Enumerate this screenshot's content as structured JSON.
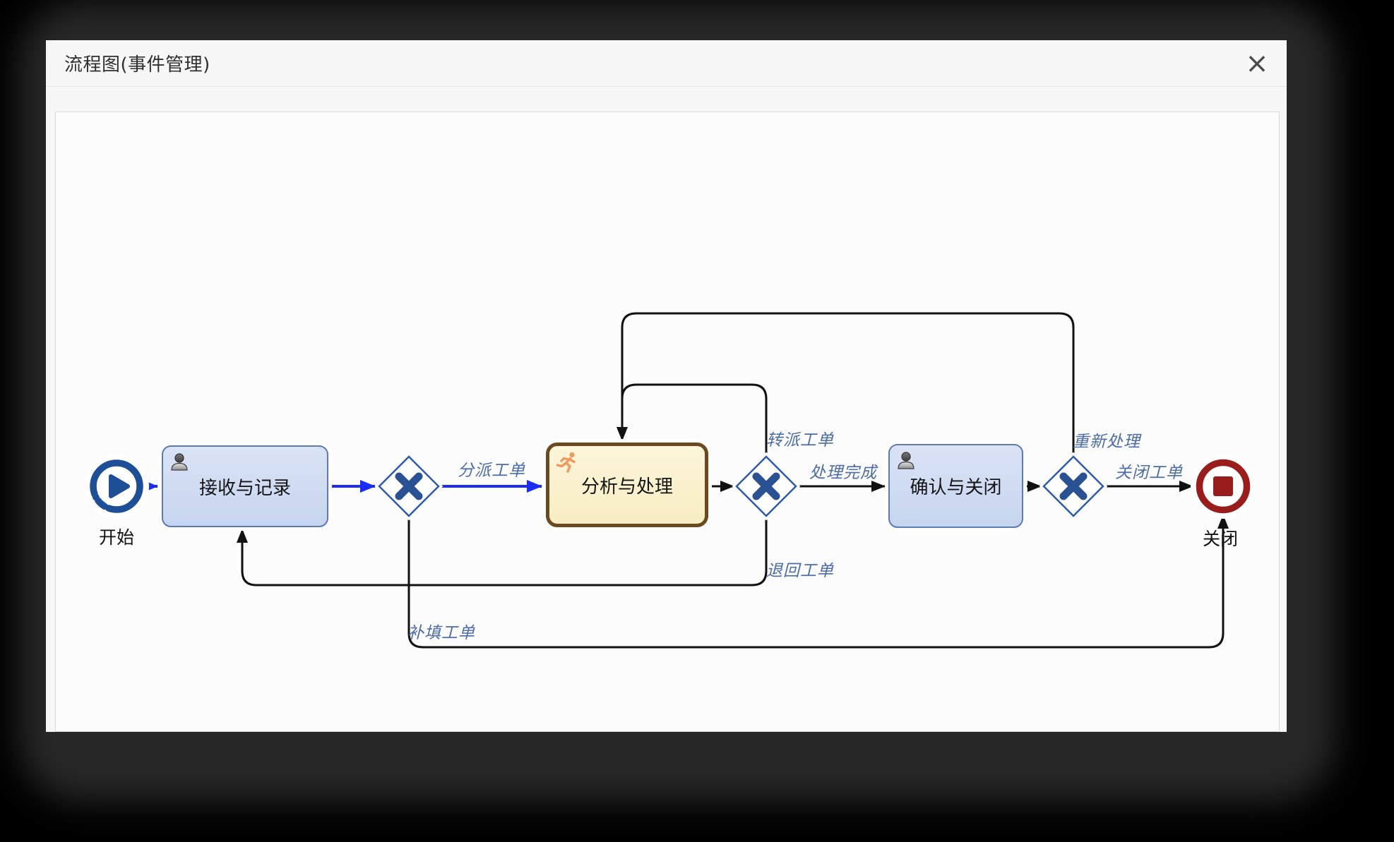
{
  "dialog": {
    "title": "流程图(事件管理)",
    "close_label": "×"
  },
  "diagram": {
    "nodes": {
      "start": {
        "type": "start-event",
        "label": "开始"
      },
      "receive": {
        "type": "user-task",
        "label": "接收与记录"
      },
      "analyze": {
        "type": "user-task-active",
        "label": "分析与处理"
      },
      "confirm": {
        "type": "user-task",
        "label": "确认与关闭"
      },
      "end": {
        "type": "end-event",
        "label": "关闭"
      }
    },
    "edges": {
      "dispatch": {
        "label": "分派工单"
      },
      "transfer": {
        "label": "转派工单"
      },
      "done": {
        "label": "处理完成"
      },
      "redo": {
        "label": "重新处理"
      },
      "close": {
        "label": "关闭工单"
      },
      "sendback": {
        "label": "退回工单"
      },
      "refill": {
        "label": "补填工单"
      }
    },
    "colors": {
      "flow_active": "#1b2df2",
      "flow_normal": "#111111",
      "edge_label": "#4c6ca8",
      "task_fill": "#ccdaf0",
      "task_border": "#5d7ab2",
      "active_task_fill": "#fbf1cf",
      "active_task_border": "#6b4a22",
      "gateway": "#2a5191",
      "start_event": "#1d4e96",
      "end_event": "#9a1d1d"
    }
  }
}
